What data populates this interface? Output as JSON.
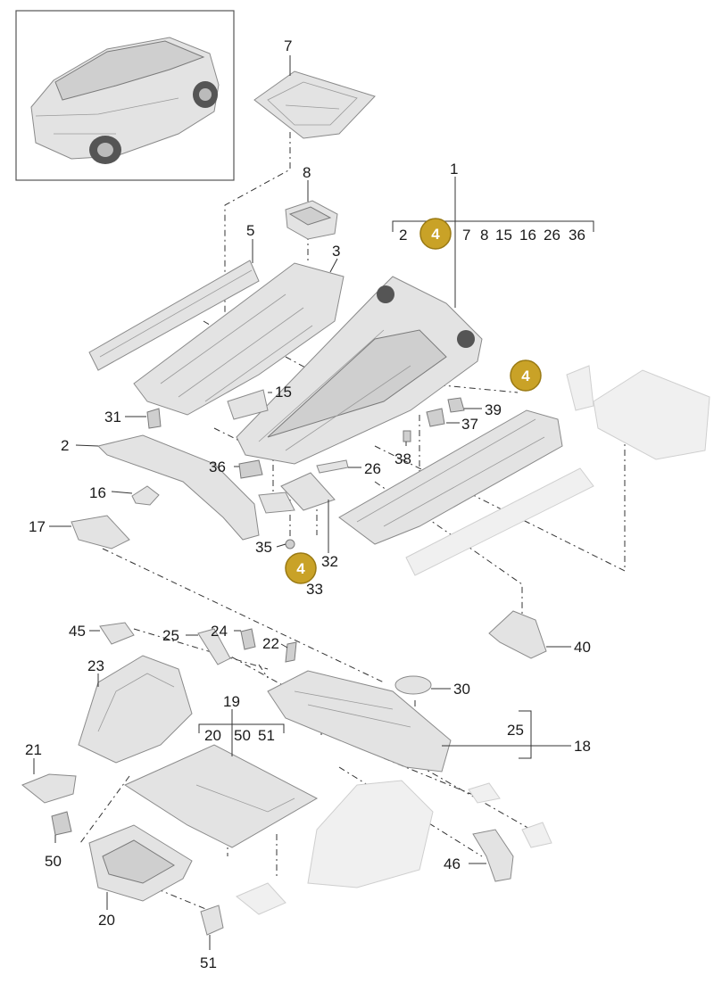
{
  "callouts": {
    "c7": "7",
    "c8": "8",
    "c1": "1",
    "c5": "5",
    "c3": "3",
    "c2": "2",
    "c15": "15",
    "c31": "31",
    "c39": "39",
    "c37": "37",
    "c38": "38",
    "c36": "36",
    "c26": "26",
    "c16": "16",
    "c17": "17",
    "c35": "35",
    "c32": "32",
    "c33": "33",
    "c40": "40",
    "c45": "45",
    "c25a": "25",
    "c24": "24",
    "c22": "22",
    "c23": "23",
    "c30": "30",
    "c19": "19",
    "c21": "21",
    "c25b": "25",
    "c18": "18",
    "c50": "50",
    "c46": "46",
    "c20": "20",
    "c51": "51"
  },
  "group_1": [
    "2",
    "4",
    "7",
    "8",
    "15",
    "16",
    "26",
    "36"
  ],
  "group_19": [
    "20",
    "50",
    "51"
  ],
  "badges": {
    "b1": "4",
    "b2": "4",
    "b3": "4"
  },
  "colors": {
    "badge_fill": "#c9a227",
    "badge_stroke": "#9a7a14",
    "part_fill": "#e3e3e3"
  }
}
